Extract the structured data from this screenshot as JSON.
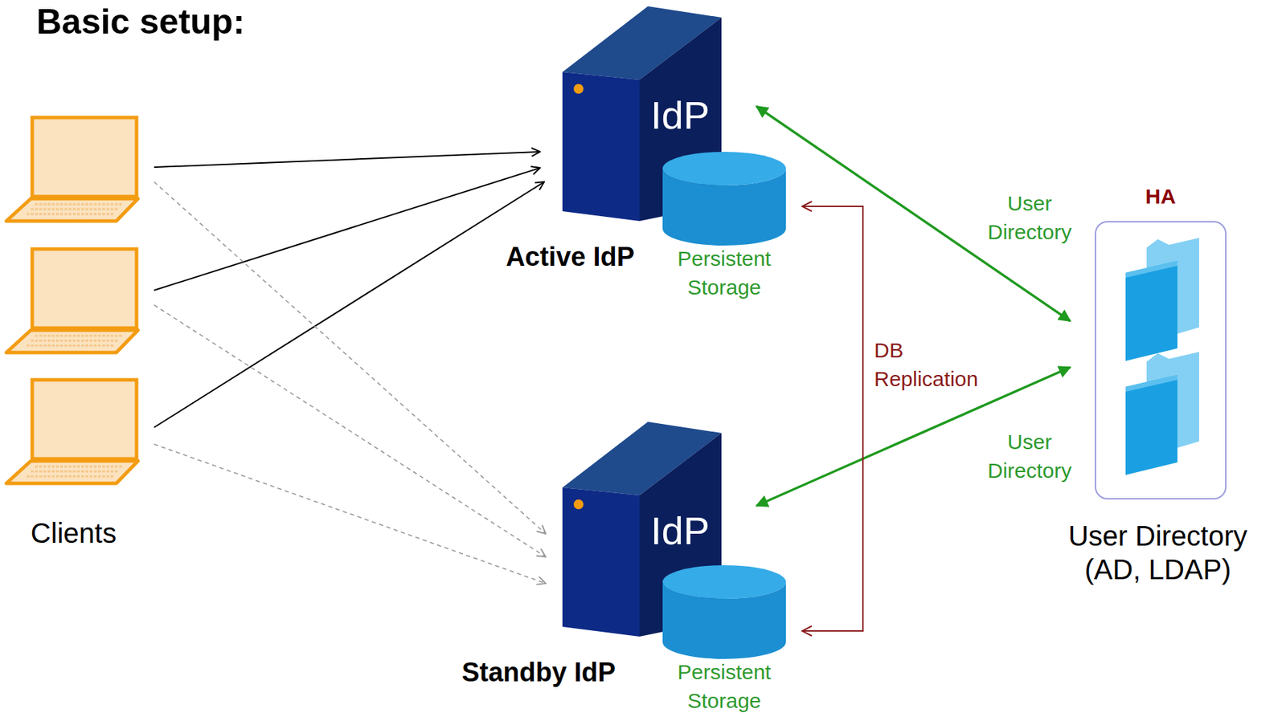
{
  "diagram": {
    "title": "Basic setup:",
    "nodes": [
      {
        "text": [
          "Clients"
        ]
      },
      {
        "text": [
          "IdP",
          "Active IdP"
        ]
      },
      {
        "text": [
          "Persistent Storage"
        ]
      },
      {
        "text": [
          "IdP",
          "Standby IdP"
        ]
      },
      {
        "text": [
          "Persistent Storage"
        ]
      },
      {
        "text": [
          "HA",
          "User Directory (AD, LDAP)"
        ]
      }
    ],
    "edges": [
      {
        "from": 0,
        "to": 1,
        "arrow": "to"
      },
      {
        "from": 0,
        "to": 1,
        "arrow": "to"
      },
      {
        "from": 0,
        "to": 1,
        "arrow": "to"
      },
      {
        "from": 0,
        "to": 3,
        "arrow": "to"
      },
      {
        "from": 0,
        "to": 3,
        "arrow": "to"
      },
      {
        "from": 0,
        "to": 3,
        "arrow": "to"
      },
      {
        "from": 1,
        "to": 5,
        "label": "User Directory",
        "arrow": "both"
      },
      {
        "from": 3,
        "to": 5,
        "label": "User Directory",
        "arrow": "both"
      },
      {
        "from": 2,
        "to": 4,
        "label": "DB Replication",
        "arrow": "both"
      }
    ]
  }
}
